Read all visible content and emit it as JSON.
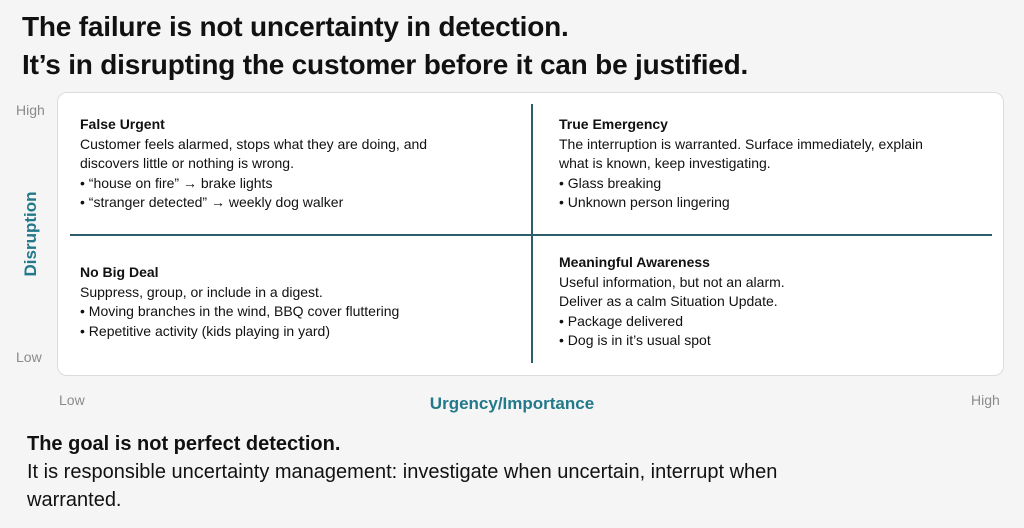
{
  "title": {
    "line1": "The failure is not uncertainty in detection.",
    "line2": "It’s in disrupting the customer before it can be justified."
  },
  "axes": {
    "y_high": "High",
    "y_low": "Low",
    "y_title": "Disruption",
    "x_low": "Low",
    "x_high": "High",
    "x_title": "Urgency/Importance"
  },
  "quadrants": {
    "top_left": {
      "title": "False Urgent",
      "description": [
        "Customer feels alarmed, stops what they are doing, and",
        "discovers little or nothing is wrong."
      ],
      "bullets": [
        "“house on fire” → brake lights",
        "“stranger detected” → weekly dog walker"
      ]
    },
    "top_right": {
      "title": "True Emergency",
      "description": [
        "The interruption is warranted. Surface immediately, explain",
        "what is known, keep investigating."
      ],
      "bullets": [
        "Glass breaking",
        "Unknown person lingering"
      ]
    },
    "bottom_left": {
      "title": "No Big Deal",
      "description": [
        "Suppress, group, or include in a digest."
      ],
      "bullets": [
        "Moving branches in the wind, BBQ cover fluttering",
        "Repetitive activity (kids playing in yard)"
      ]
    },
    "bottom_right": {
      "title": "Meaningful Awareness",
      "description": [
        "Useful information, but not an alarm.",
        "Deliver as a calm Situation Update."
      ],
      "bullets": [
        "Package delivered",
        "Dog is in it’s usual spot"
      ]
    }
  },
  "footer": {
    "bold": "The goal is not perfect detection.",
    "line1": "It is responsible uncertainty management: investigate when uncertain, interrupt when",
    "line2": "warranted."
  },
  "colors": {
    "accent": "#23788a",
    "divider": "#2e5d6c",
    "muted": "#8a8a8a"
  }
}
